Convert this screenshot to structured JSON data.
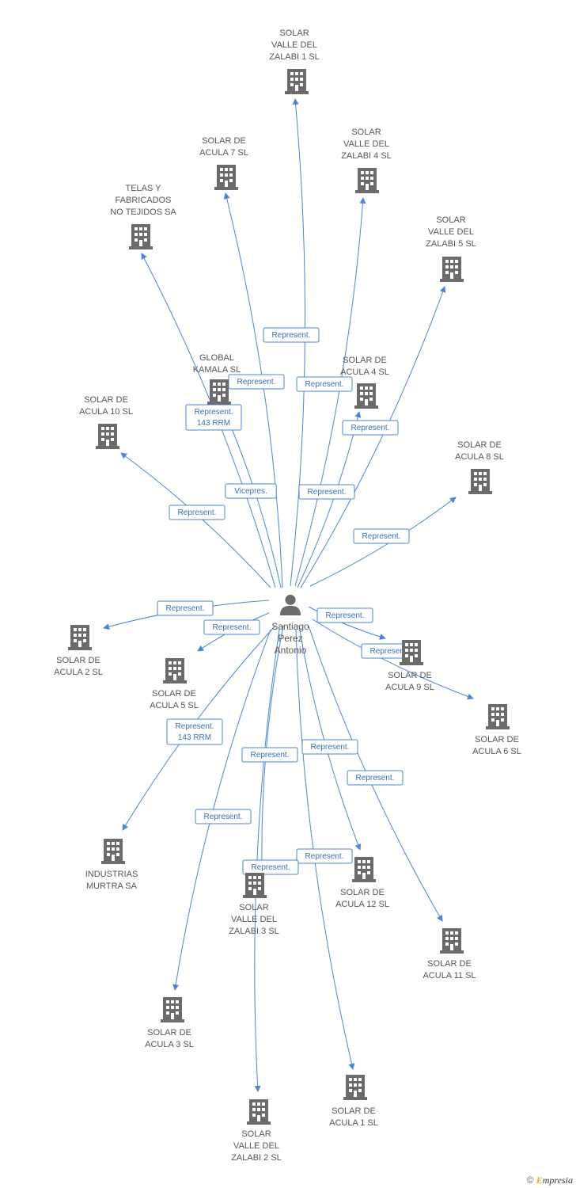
{
  "center": {
    "label_lines": [
      "Santiago",
      "Perez",
      "Antonio"
    ],
    "icon": "person-icon"
  },
  "nodes": [
    {
      "id": "valle1",
      "label_lines": [
        "SOLAR",
        "VALLE DEL",
        "ZALABI 1 SL"
      ],
      "icon": "building-icon",
      "edge_label": [
        "Represent."
      ]
    },
    {
      "id": "acula7",
      "label_lines": [
        "SOLAR DE",
        "ACULA 7 SL"
      ],
      "icon": "building-icon",
      "edge_label": [
        "Represent."
      ]
    },
    {
      "id": "valle4",
      "label_lines": [
        "SOLAR",
        "VALLE DEL",
        "ZALABI 4 SL"
      ],
      "icon": "building-icon",
      "edge_label": [
        "Represent."
      ]
    },
    {
      "id": "telas",
      "label_lines": [
        "TELAS Y",
        "FABRICADOS",
        "NO TEJIDOS SA"
      ],
      "icon": "building-icon",
      "edge_label": [
        "Represent.",
        "143 RRM"
      ]
    },
    {
      "id": "valle5",
      "label_lines": [
        "SOLAR",
        "VALLE DEL",
        "ZALABI 5 SL"
      ],
      "icon": "building-icon",
      "edge_label": [
        "Represent."
      ]
    },
    {
      "id": "global",
      "label_lines": [
        "GLOBAL",
        "KAMALA SL"
      ],
      "icon": "building-icon",
      "edge_label": [
        "Vicepres."
      ]
    },
    {
      "id": "acula4",
      "label_lines": [
        "SOLAR DE",
        "ACULA 4 SL"
      ],
      "icon": "building-icon",
      "edge_label": [
        "Represent."
      ]
    },
    {
      "id": "acula10",
      "label_lines": [
        "SOLAR DE",
        "ACULA 10 SL"
      ],
      "icon": "building-icon",
      "edge_label": [
        "Represent."
      ]
    },
    {
      "id": "acula8",
      "label_lines": [
        "SOLAR DE",
        "ACULA 8 SL"
      ],
      "icon": "building-icon",
      "edge_label": [
        "Represent."
      ]
    },
    {
      "id": "acula2",
      "label_lines": [
        "SOLAR DE",
        "ACULA 2 SL"
      ],
      "icon": "building-icon",
      "edge_label": [
        "Represent."
      ]
    },
    {
      "id": "acula5",
      "label_lines": [
        "SOLAR DE",
        "ACULA 5 SL"
      ],
      "icon": "building-icon",
      "edge_label": [
        "Represent."
      ]
    },
    {
      "id": "acula9",
      "label_lines": [
        "SOLAR DE",
        "ACULA 9 SL"
      ],
      "icon": "building-icon",
      "edge_label": [
        "Represent."
      ]
    },
    {
      "id": "acula6",
      "label_lines": [
        "SOLAR DE",
        "ACULA 6 SL"
      ],
      "icon": "building-icon",
      "edge_label": [
        "Represent."
      ]
    },
    {
      "id": "murtra",
      "label_lines": [
        "INDUSTRIAS",
        "MURTRA SA"
      ],
      "icon": "building-icon",
      "edge_label": [
        "Represent.",
        "143 RRM"
      ]
    },
    {
      "id": "valle3",
      "label_lines": [
        "SOLAR",
        "VALLE DEL",
        "ZALABI 3 SL"
      ],
      "icon": "building-icon",
      "edge_label": [
        "Represent."
      ]
    },
    {
      "id": "acula12",
      "label_lines": [
        "SOLAR DE",
        "ACULA 12 SL"
      ],
      "icon": "building-icon",
      "edge_label": [
        "Represent."
      ]
    },
    {
      "id": "acula11",
      "label_lines": [
        "SOLAR DE",
        "ACULA 11 SL"
      ],
      "icon": "building-icon",
      "edge_label": [
        "Represent."
      ]
    },
    {
      "id": "acula3",
      "label_lines": [
        "SOLAR DE",
        "ACULA 3 SL"
      ],
      "icon": "building-icon",
      "edge_label": [
        "Represent."
      ]
    },
    {
      "id": "acula1",
      "label_lines": [
        "SOLAR DE",
        "ACULA 1 SL"
      ],
      "icon": "building-icon",
      "edge_label": [
        "Represent."
      ]
    },
    {
      "id": "valle2",
      "label_lines": [
        "SOLAR",
        "VALLE DEL",
        "ZALABI 2 SL"
      ],
      "icon": "building-icon",
      "edge_label": [
        "Represent."
      ]
    }
  ],
  "footer": {
    "copyright": "©",
    "brand_initial": "E",
    "brand_rest": "mpresia"
  },
  "colors": {
    "edge": "#4a86d4",
    "icon": "#6b6b6b",
    "text": "#555555",
    "brand": "#f5a623"
  }
}
